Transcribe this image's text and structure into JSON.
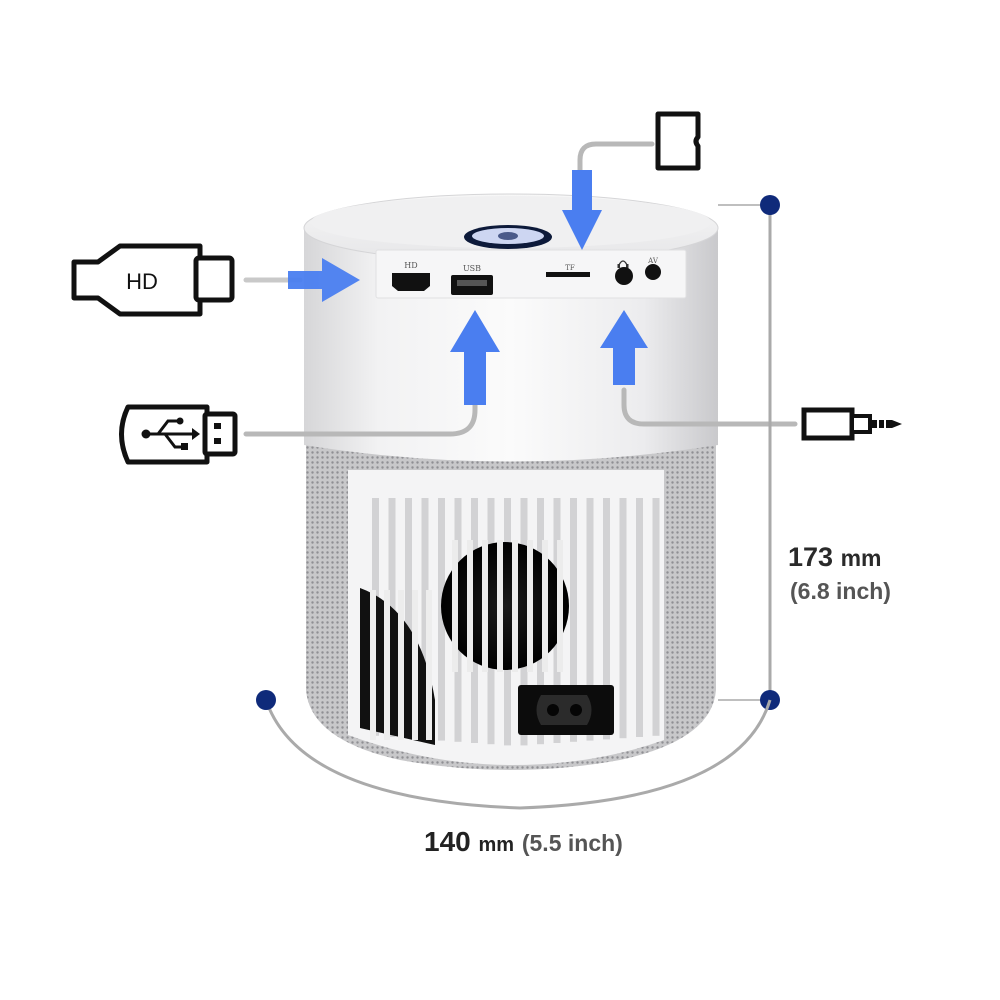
{
  "connectors": {
    "hdmi_plug_text": "HD",
    "port_labels": {
      "hd": "HD",
      "usb": "USB",
      "tf": "TF",
      "av": "AV"
    }
  },
  "dimensions": {
    "height_value": "173",
    "height_unit": "mm",
    "height_inch": "(6.8 inch)",
    "width_value": "140",
    "width_unit": "mm",
    "width_inch": "(5.5 inch)"
  },
  "colors": {
    "arrow_blue": "#4a7ef0",
    "marker_navy": "#0f2a7a",
    "cable_grey": "#b5b5b5"
  },
  "icons": [
    "hdmi-plug-icon",
    "usb-plug-icon",
    "sd-card-icon",
    "audio-jack-plug-icon",
    "headphone-icon",
    "power-socket-icon"
  ]
}
